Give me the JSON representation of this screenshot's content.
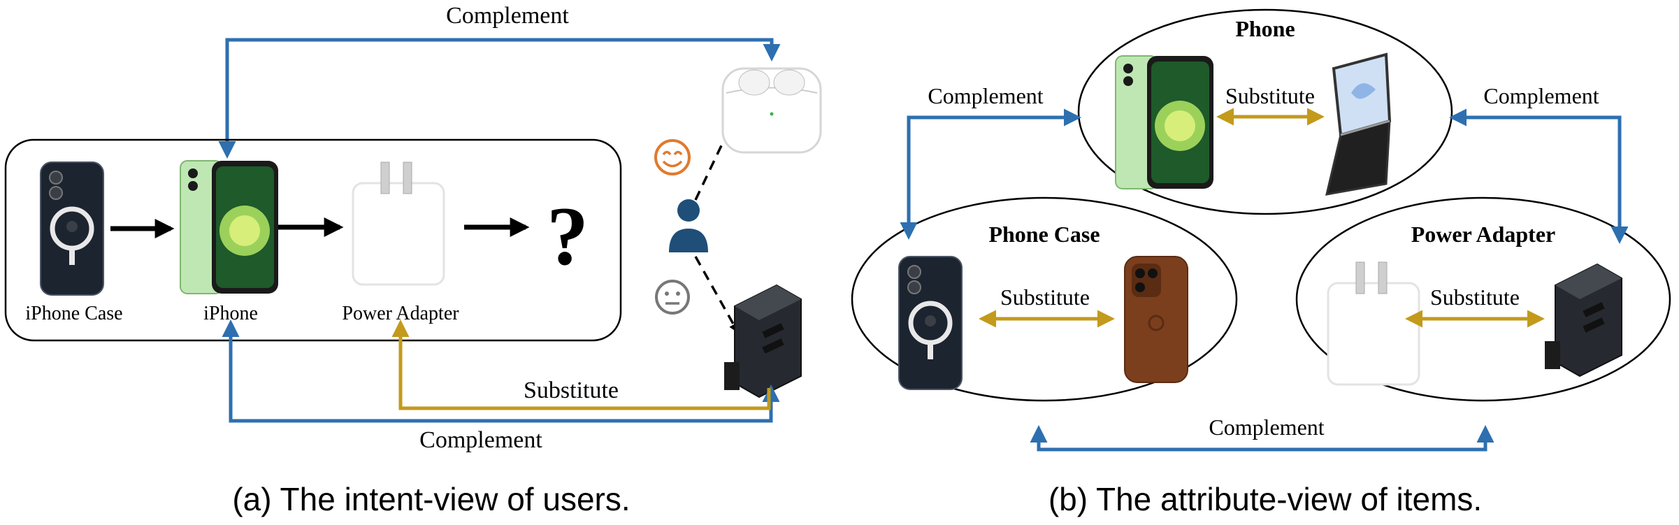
{
  "colors": {
    "complement": "#2E6FB0",
    "substitute": "#C39A1B",
    "flow": "#000000",
    "happy": "#E07A2E",
    "neutral": "#777777",
    "user": "#1F4E79"
  },
  "panel_a": {
    "caption": "(a) The intent-view of users.",
    "sequence": {
      "items": [
        {
          "label": "iPhone Case",
          "icon": "clear-magsafe-case-icon"
        },
        {
          "label": "iPhone",
          "icon": "green-iphone-icon"
        },
        {
          "label": "Power Adapter",
          "icon": "white-power-adapter-icon"
        }
      ],
      "unknown_next": "?"
    },
    "top_edge_label": "Complement",
    "bottom_substitute_label": "Substitute",
    "bottom_complement_label": "Complement",
    "user_icon": "user-icon",
    "happy_icon": "smiley-face-icon",
    "neutral_icon": "neutral-face-icon",
    "candidate_top_icon": "airpods-icon",
    "candidate_bottom_icon": "gan-charger-icon"
  },
  "panel_b": {
    "caption": "(b) The attribute-view of items.",
    "groups": [
      {
        "title": "Phone",
        "substitute_label": "Substitute",
        "left_icon": "green-iphone-icon",
        "right_icon": "foldable-phone-icon"
      },
      {
        "title": "Phone Case",
        "substitute_label": "Substitute",
        "left_icon": "clear-magsafe-case-icon",
        "right_icon": "leather-case-icon"
      },
      {
        "title": "Power Adapter",
        "substitute_label": "Substitute",
        "left_icon": "white-power-adapter-icon",
        "right_icon": "gan-charger-icon"
      }
    ],
    "complement_left": "Complement",
    "complement_right": "Complement",
    "complement_bottom": "Complement"
  }
}
